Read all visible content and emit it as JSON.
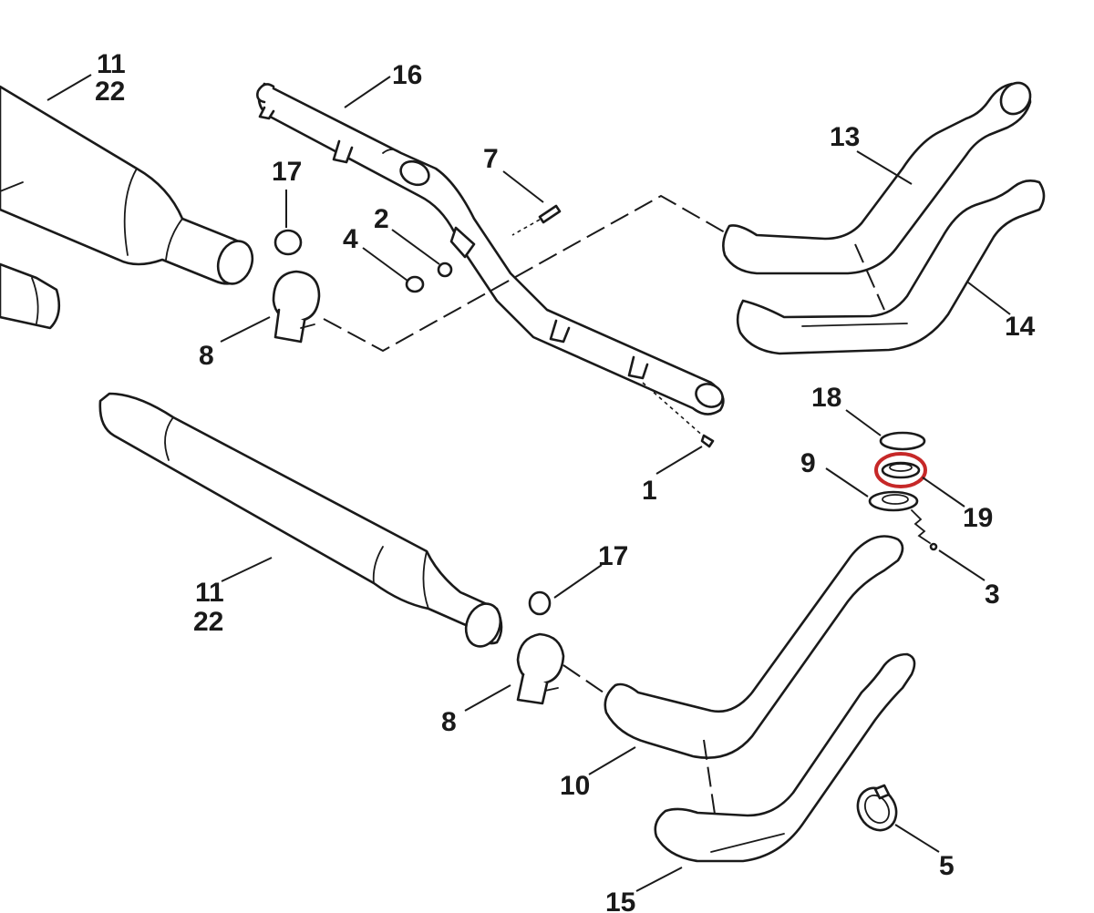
{
  "callouts": {
    "c1": "1",
    "c2": "2",
    "c3": "3",
    "c4": "4",
    "c5": "5",
    "c7": "7",
    "c8a": "8",
    "c8b": "8",
    "c9": "9",
    "c10": "10",
    "c11a": "11",
    "c22a": "22",
    "c11b": "11",
    "c22b": "22",
    "c13": "13",
    "c14": "14",
    "c15": "15",
    "c16": "16",
    "c17a": "17",
    "c17b": "17",
    "c18": "18",
    "c19": "19"
  },
  "colors": {
    "highlight": "#c62828",
    "line": "#1a1a1a"
  },
  "highlighted_part": "19"
}
